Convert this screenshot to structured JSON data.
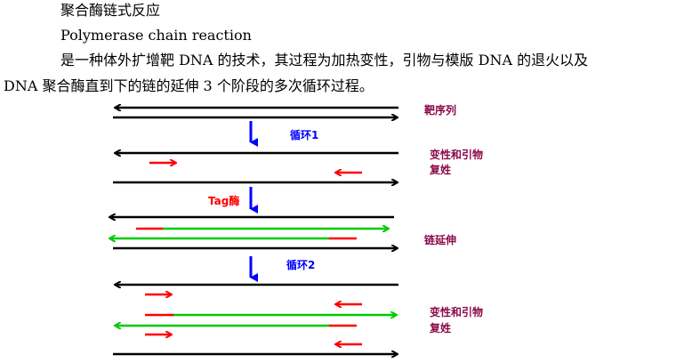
{
  "document": {
    "title_cn": "聚合酶链式反应",
    "title_en": "Polymerase chain reaction",
    "para_line1": "是一种体外扩增靶 DNA 的技术，其过程为加热变性，引物与模版 DNA 的退火以及",
    "para_line2": "DNA 聚合酶直到下的链的延伸 3 个阶段的多次循环过程。"
  },
  "diagram": {
    "labels": {
      "target": "靶序列",
      "cycle1": "循环1",
      "denature1_a": "变性和引物",
      "denature1_b": "复姓",
      "taq": "Tag酶",
      "extension": "链延伸",
      "cycle2": "循环2",
      "denature2_a": "变性和引物",
      "denature2_b": "复姓"
    },
    "colors": {
      "strand": "#000000",
      "primer": "#ff0000",
      "new_strand": "#00cc00",
      "step": "#0000ff",
      "label": "#8b0a4a",
      "taq": "#ff0000"
    }
  }
}
